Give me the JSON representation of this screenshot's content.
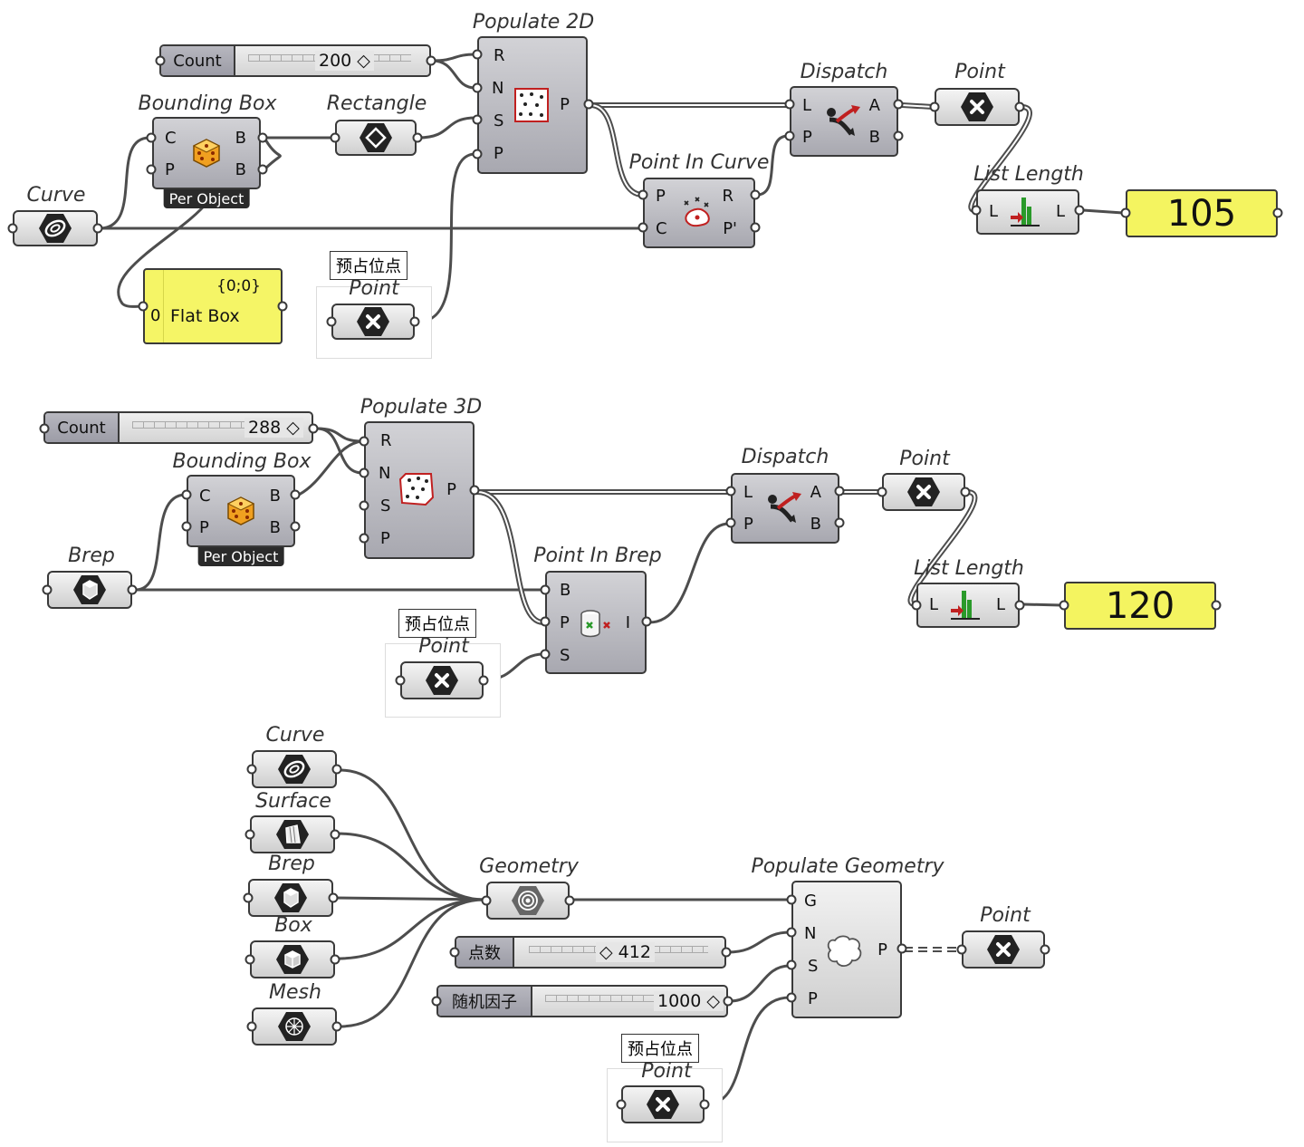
{
  "canvas": {
    "section_2d": {
      "count_slider": {
        "label": "Count",
        "value": "200 ◇"
      },
      "bounding_box": {
        "nickname": "Bounding Box",
        "inputs": [
          "C",
          "P"
        ],
        "outputs": [
          "B",
          "B"
        ],
        "tag": "Per Object"
      },
      "rectangle": {
        "nickname": "Rectangle"
      },
      "curve": {
        "nickname": "Curve"
      },
      "populate": {
        "nickname": "Populate 2D",
        "inputs": [
          "R",
          "N",
          "S",
          "P"
        ],
        "output": "P"
      },
      "point_in": {
        "nickname": "Point In Curve",
        "inputs": [
          "P",
          "C"
        ],
        "outputs": [
          "R",
          "P'"
        ]
      },
      "dispatch": {
        "nickname": "Dispatch",
        "inputs": [
          "L",
          "P"
        ],
        "outputs": [
          "A",
          "B"
        ]
      },
      "point_out": {
        "nickname": "Point"
      },
      "list_length": {
        "nickname": "List Length",
        "input": "L",
        "output": "L"
      },
      "result_panel": {
        "value": "105"
      },
      "flat_panel": {
        "path": "{0;0}",
        "index": "0",
        "text": "Flat Box"
      },
      "placeholder_tip": "预占位点",
      "placeholder_point": {
        "nickname": "Point"
      }
    },
    "section_3d": {
      "count_slider": {
        "label": "Count",
        "value": "288 ◇"
      },
      "bounding_box": {
        "nickname": "Bounding Box",
        "inputs": [
          "C",
          "P"
        ],
        "outputs": [
          "B",
          "B"
        ],
        "tag": "Per Object"
      },
      "brep": {
        "nickname": "Brep"
      },
      "populate": {
        "nickname": "Populate 3D",
        "inputs": [
          "R",
          "N",
          "S",
          "P"
        ],
        "output": "P"
      },
      "point_in": {
        "nickname": "Point In Brep",
        "inputs": [
          "B",
          "P",
          "S"
        ],
        "output": "I"
      },
      "dispatch": {
        "nickname": "Dispatch",
        "inputs": [
          "L",
          "P"
        ],
        "outputs": [
          "A",
          "B"
        ]
      },
      "point_out": {
        "nickname": "Point"
      },
      "list_length": {
        "nickname": "List Length",
        "input": "L",
        "output": "L"
      },
      "result_panel": {
        "value": "120"
      },
      "placeholder_tip": "预占位点",
      "placeholder_point": {
        "nickname": "Point"
      }
    },
    "section_geo": {
      "curve": {
        "nickname": "Curve"
      },
      "surface": {
        "nickname": "Surface"
      },
      "brep": {
        "nickname": "Brep"
      },
      "box": {
        "nickname": "Box"
      },
      "mesh": {
        "nickname": "Mesh"
      },
      "geometry": {
        "nickname": "Geometry"
      },
      "populate": {
        "nickname": "Populate Geometry",
        "inputs": [
          "G",
          "N",
          "S",
          "P"
        ],
        "output": "P"
      },
      "count_slider": {
        "label": "点数",
        "value": "◇ 412"
      },
      "seed_slider": {
        "label": "随机因子",
        "value": "1000 ◇"
      },
      "point_out": {
        "nickname": "Point"
      },
      "placeholder_tip": "预占位点",
      "placeholder_point": {
        "nickname": "Point"
      }
    }
  },
  "colors": {
    "panel": "#f4f460",
    "wire": "#4d4d4d",
    "component": "#b0b0b8"
  }
}
